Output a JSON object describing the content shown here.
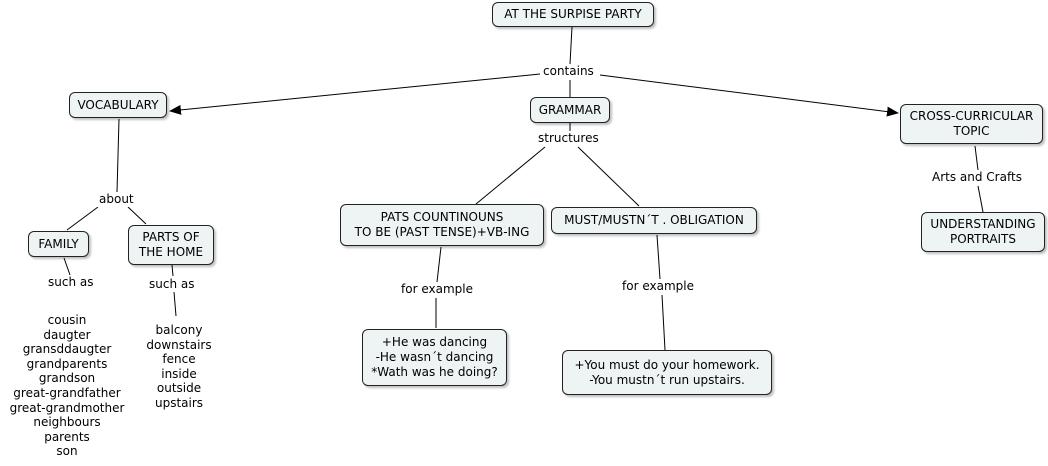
{
  "nodes": {
    "root": "AT THE SURPISE PARTY",
    "vocabulary": "VOCABULARY",
    "grammar": "GRAMMAR",
    "cross": "CROSS-CURRICULAR\nTOPIC",
    "family": "FAMILY",
    "home": "PARTS OF\nTHE HOME",
    "past": "PATS COUNTINOUNS\nTO BE (PAST TENSE)+VB-ING",
    "must": "MUST/MUSTN´T . OBLIGATION",
    "ex_past": "+He was dancing\n-He wasn´t dancing\n*Wath was he doing?",
    "ex_must": "+You must do your homework.\n-You mustn´t run upstairs.",
    "portraits": "UNDERSTANDING\nPORTRAITS"
  },
  "labels": {
    "contains": "contains",
    "structures": "structures",
    "about": "about",
    "such_as_family": "such as",
    "such_as_home": "such as",
    "for_example_past": "for example",
    "for_example_must": "for example",
    "arts": "Arts and Crafts"
  },
  "lists": {
    "family_words": [
      "cousin",
      "daugter",
      "gransddaugter",
      "grandparents",
      "grandson",
      "great-grandfather",
      "great-grandmother",
      "neighbours",
      "parents",
      "son"
    ],
    "home_words": [
      "balcony",
      "downstairs",
      "fence",
      "inside",
      "outside",
      "upstairs"
    ]
  },
  "colors": {
    "node_fill": "#eef3f3",
    "node_border": "#222222",
    "line": "#000000"
  }
}
